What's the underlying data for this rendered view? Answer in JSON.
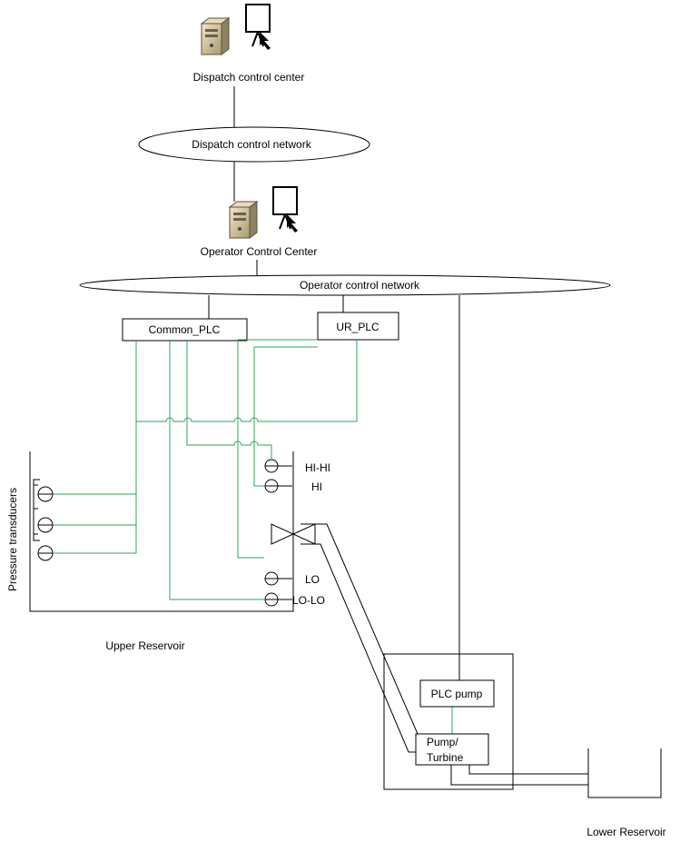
{
  "nodes": {
    "dispatch_center": "Dispatch control center",
    "dispatch_network": "Dispatch control network",
    "operator_center": "Operator Control Center",
    "operator_network": "Operator control network",
    "common_plc": "Common_PLC",
    "ur_plc": "UR_PLC",
    "plc_pump": "PLC pump",
    "pump_turbine_line1": "Pump/",
    "pump_turbine_line2": "Turbine"
  },
  "sensors": {
    "pressure_transducers": "Pressure transducers",
    "hi_hi": "HI-HI",
    "hi": "HI",
    "lo": "LO",
    "lo_lo": "LO-LO"
  },
  "reservoirs": {
    "upper": "Upper Reservoir",
    "lower": "Lower Reservoir"
  },
  "colors": {
    "signal_wire": "#2ea65a",
    "line": "#000000"
  },
  "icons": [
    "server-icon",
    "monitor-icon"
  ]
}
